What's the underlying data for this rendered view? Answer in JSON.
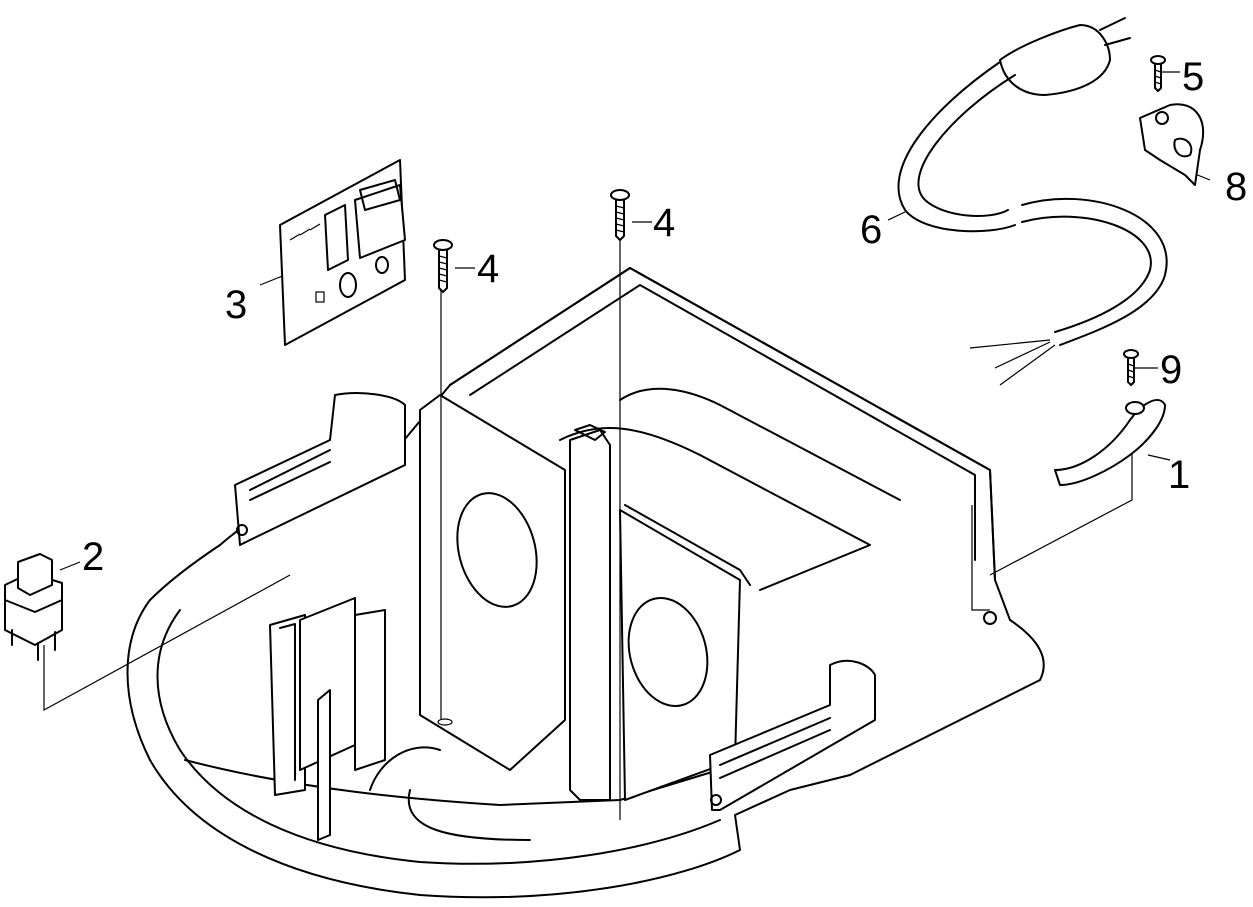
{
  "callouts": {
    "c1": "1",
    "c2": "2",
    "c3": "3",
    "c4a": "4",
    "c4b": "4",
    "c5": "5",
    "c6": "6",
    "c8": "8",
    "c9": "9"
  }
}
